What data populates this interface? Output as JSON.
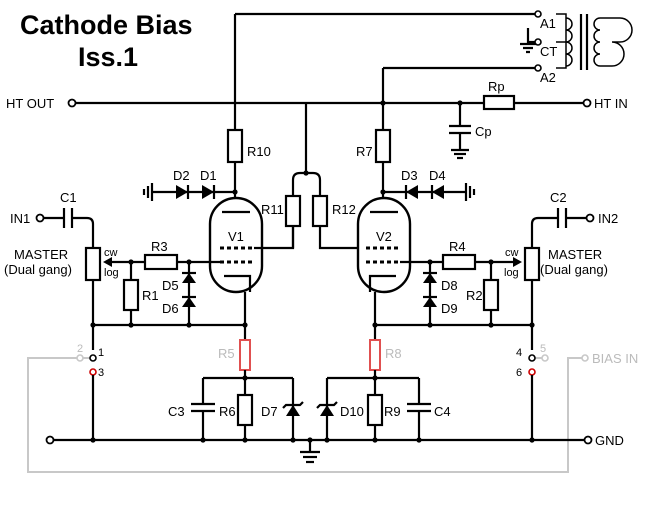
{
  "title": {
    "line1": "Cathode Bias",
    "line2": "Iss.1"
  },
  "terminals": {
    "ht_out": "HT OUT",
    "ht_in": "HT IN",
    "in1": "IN1",
    "in2": "IN2",
    "gnd": "GND",
    "bias_in": "BIAS IN",
    "a1": "A1",
    "a2": "A2",
    "ct": "CT"
  },
  "controls": {
    "master_left": {
      "name": "MASTER",
      "sub": "(Dual gang)",
      "cw": "cw",
      "log": "log"
    },
    "master_right": {
      "name": "MASTER",
      "sub": "(Dual gang)",
      "cw": "cw",
      "log": "log"
    }
  },
  "components": {
    "C1": "C1",
    "C2": "C2",
    "C3": "C3",
    "C4": "C4",
    "Cp": "Cp",
    "R1": "R1",
    "R2": "R2",
    "R3": "R3",
    "R4": "R4",
    "R5": "R5",
    "R6": "R6",
    "R7": "R7",
    "R8": "R8",
    "R9": "R9",
    "R10": "R10",
    "R11": "R11",
    "R12": "R12",
    "Rp": "Rp",
    "D1": "D1",
    "D2": "D2",
    "D3": "D3",
    "D4": "D4",
    "D5": "D5",
    "D6": "D6",
    "D7": "D7",
    "D8": "D8",
    "D9": "D9",
    "D10": "D10",
    "V1": "V1",
    "V2": "V2"
  },
  "pins": {
    "p1": "1",
    "p2": "2",
    "p3": "3",
    "p4": "4",
    "p5": "5",
    "p6": "6"
  },
  "colors": {
    "line": "#000000",
    "inactive": "#c8c8c8",
    "r5_r8_highlight": "#e05050"
  }
}
